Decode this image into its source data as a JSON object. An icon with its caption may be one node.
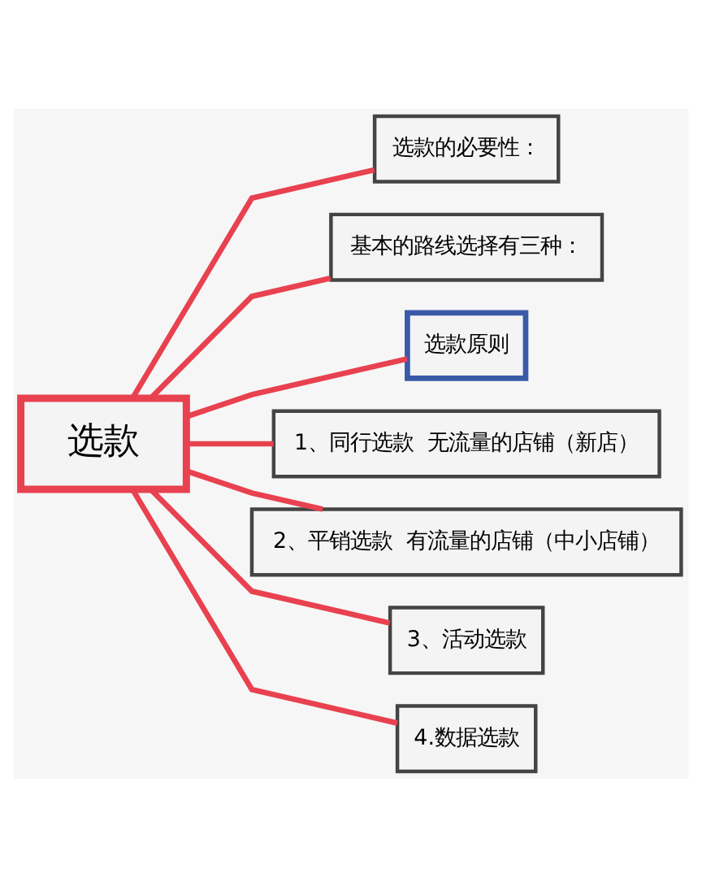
{
  "diagram": {
    "nodes": [
      {
        "text": [
          "选款"
        ]
      },
      {
        "text": [
          "选款的必要性："
        ]
      },
      {
        "text": [
          "基本的路线选择有三种："
        ]
      },
      {
        "text": [
          "选款原则"
        ]
      },
      {
        "text": [
          "1、同行选款  无流量的店铺（新店）"
        ]
      },
      {
        "text": [
          "2、平销选款  有流量的店铺（中小店铺）"
        ]
      },
      {
        "text": [
          "3、活动选款"
        ]
      },
      {
        "text": [
          "4.数据选款"
        ]
      }
    ],
    "edges": [
      {
        "from": 0,
        "to": 1,
        "arrow": "none"
      },
      {
        "from": 0,
        "to": 2,
        "arrow": "none"
      },
      {
        "from": 0,
        "to": 3,
        "arrow": "none"
      },
      {
        "from": 0,
        "to": 4,
        "arrow": "none"
      },
      {
        "from": 0,
        "to": 5,
        "arrow": "none"
      },
      {
        "from": 0,
        "to": 6,
        "arrow": "none"
      },
      {
        "from": 0,
        "to": 7,
        "arrow": "none"
      }
    ]
  }
}
